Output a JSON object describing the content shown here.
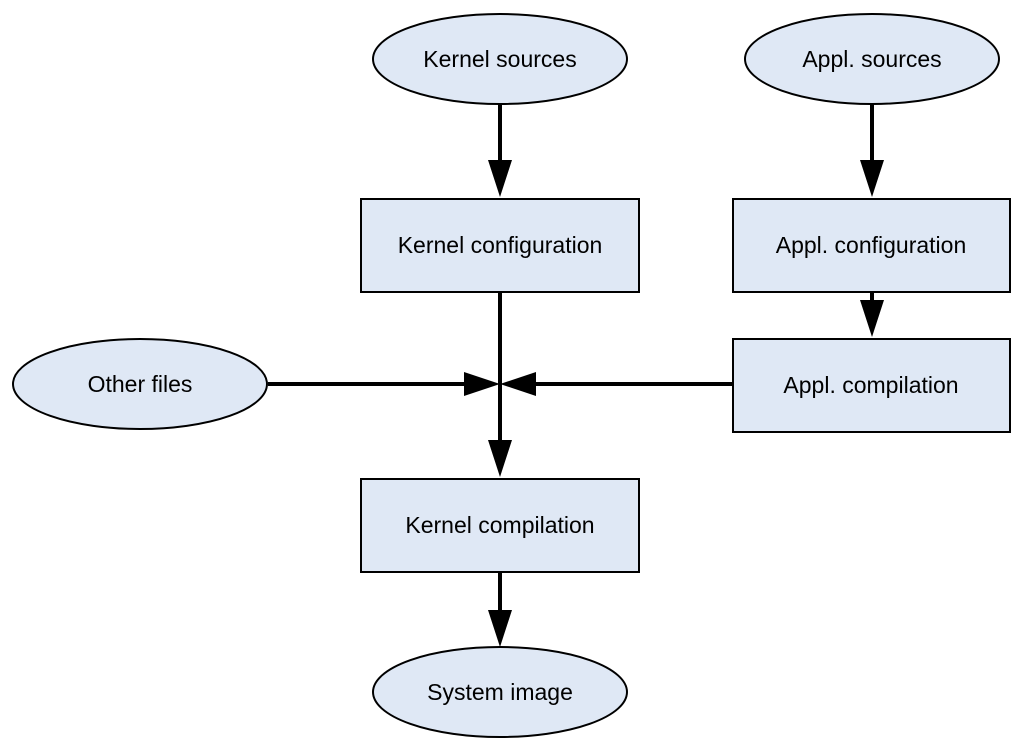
{
  "colors": {
    "node_fill": "#dfe8f5",
    "stroke": "#000000",
    "background": "#ffffff"
  },
  "nodes": {
    "kernel_sources": {
      "shape": "ellipse",
      "label": "Kernel sources"
    },
    "appl_sources": {
      "shape": "ellipse",
      "label": "Appl. sources"
    },
    "kernel_configuration": {
      "shape": "rectangle",
      "label": "Kernel configuration"
    },
    "appl_configuration": {
      "shape": "rectangle",
      "label": "Appl. configuration"
    },
    "other_files": {
      "shape": "ellipse",
      "label": "Other files"
    },
    "appl_compilation": {
      "shape": "rectangle",
      "label": "Appl. compilation"
    },
    "kernel_compilation": {
      "shape": "rectangle",
      "label": "Kernel compilation"
    },
    "system_image": {
      "shape": "ellipse",
      "label": "System image"
    }
  },
  "edges": [
    {
      "from": "kernel_sources",
      "to": "kernel_configuration"
    },
    {
      "from": "appl_sources",
      "to": "appl_configuration"
    },
    {
      "from": "appl_configuration",
      "to": "appl_compilation"
    },
    {
      "from": "kernel_configuration",
      "to": "kernel_compilation"
    },
    {
      "from": "other_files",
      "to": "kernel_compilation",
      "via": "junction"
    },
    {
      "from": "appl_compilation",
      "to": "kernel_compilation",
      "via": "junction"
    },
    {
      "from": "kernel_compilation",
      "to": "system_image"
    }
  ]
}
